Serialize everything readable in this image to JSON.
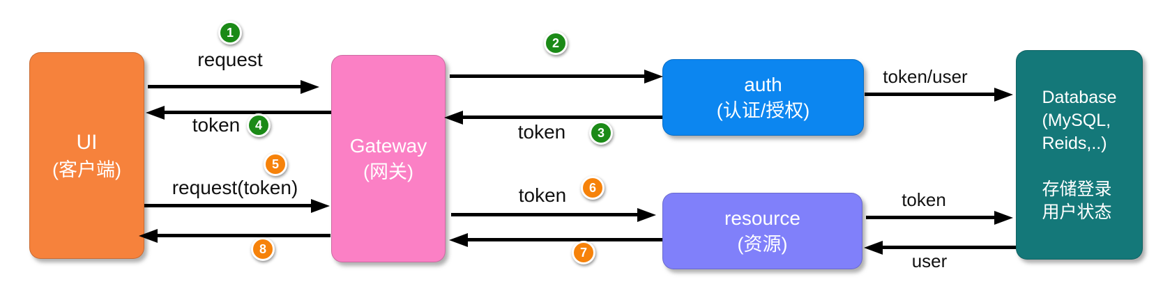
{
  "nodes": {
    "ui": {
      "title": "UI",
      "subtitle": "(客户端)",
      "color": "#F6823C"
    },
    "gateway": {
      "title": "Gateway",
      "subtitle": "(网关)",
      "color": "#FB80C5"
    },
    "auth": {
      "title": "auth",
      "subtitle": "(认证/授权)",
      "color": "#0C86F0"
    },
    "resource": {
      "title": "resource",
      "subtitle": "(资源)",
      "color": "#8080FA"
    },
    "database": {
      "title": "Database",
      "lines": [
        "(MySQL,",
        "Reids,..)"
      ],
      "note": [
        "存储登录",
        "用户状态"
      ],
      "color": "#147879"
    }
  },
  "edges": [
    {
      "step": "1",
      "label": "request",
      "from": "UI",
      "to": "Gateway",
      "step_color": "#1B8A17"
    },
    {
      "step": "2",
      "label": "",
      "from": "Gateway",
      "to": "auth",
      "step_color": "#1B8A17"
    },
    {
      "step": "3",
      "label": "token",
      "from": "auth",
      "to": "Gateway",
      "step_color": "#1B8A17"
    },
    {
      "step": "4",
      "label": "token",
      "from": "Gateway",
      "to": "UI",
      "step_color": "#1B8A17"
    },
    {
      "step": "5",
      "label": "request(token)",
      "from": "UI",
      "to": "Gateway",
      "step_color": "#F6820A"
    },
    {
      "step": "6",
      "label": "token",
      "from": "Gateway",
      "to": "resource",
      "step_color": "#F6820A"
    },
    {
      "step": "7",
      "label": "",
      "from": "resource",
      "to": "Gateway",
      "step_color": "#F6820A"
    },
    {
      "step": "8",
      "label": "",
      "from": "Gateway",
      "to": "UI",
      "step_color": "#F6820A"
    },
    {
      "step": "",
      "label": "token/user",
      "from": "auth",
      "to": "Database",
      "step_color": ""
    },
    {
      "step": "",
      "label": "token",
      "from": "resource",
      "to": "Database",
      "step_color": ""
    },
    {
      "step": "",
      "label": "user",
      "from": "Database",
      "to": "resource",
      "step_color": ""
    }
  ],
  "colors": {
    "background": "#FFFFFF",
    "arrow": "#000000",
    "step_green": "#1B8A17",
    "step_orange": "#F6820A"
  }
}
